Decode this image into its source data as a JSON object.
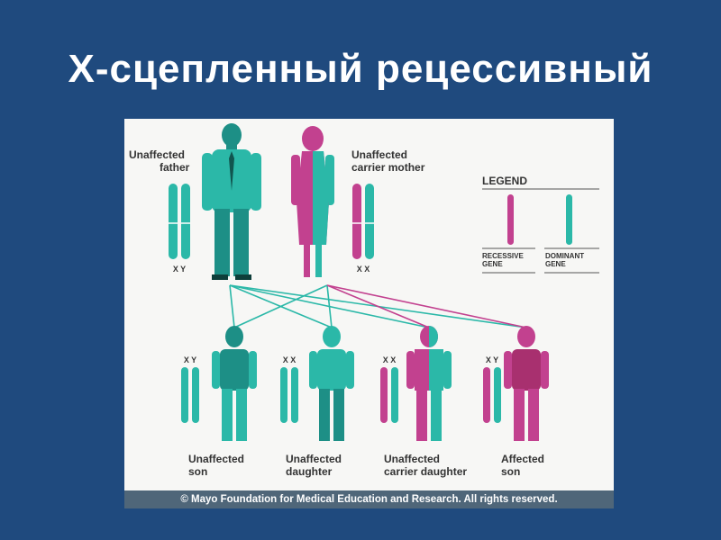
{
  "title": "X-сцепленный рецессивный",
  "colors": {
    "background": "#1f4a7e",
    "teal": "#2bb8a8",
    "teal_dark": "#1d8f86",
    "magenta": "#c2418f",
    "panel": "#f7f7f5"
  },
  "parents": {
    "father_label": [
      "Unaffected",
      "father"
    ],
    "mother_label": [
      "Unaffected",
      "carrier mother"
    ],
    "father_chromosomes": "X Y",
    "mother_chromosomes": "X X"
  },
  "legend": {
    "title": "LEGEND",
    "recessive": [
      "RECESSIVE",
      "GENE"
    ],
    "dominant": [
      "DOMINANT",
      "GENE"
    ]
  },
  "children": [
    {
      "label": [
        "Unaffected",
        "son"
      ],
      "chromosomes": "X Y"
    },
    {
      "label": [
        "Unaffected",
        "daughter"
      ],
      "chromosomes": "X X"
    },
    {
      "label": [
        "Unaffected",
        "carrier daughter"
      ],
      "chromosomes": "X X"
    },
    {
      "label": [
        "Affected",
        "son"
      ],
      "chromosomes": "X Y"
    }
  ],
  "copyright": "© Mayo Foundation for Medical Education and Research. All rights reserved."
}
